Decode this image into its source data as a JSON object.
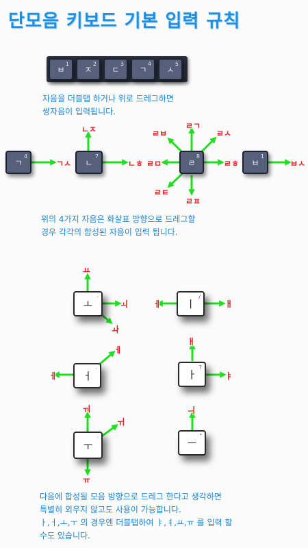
{
  "title": "단모음 키보드 기본 입력 규칙",
  "consonant_row": [
    {
      "char": "ㅂ",
      "num": "1"
    },
    {
      "char": "ㅈ",
      "num": "2"
    },
    {
      "char": "ㄷ",
      "num": "3"
    },
    {
      "char": "ㄱ",
      "num": "4"
    },
    {
      "char": "ㅅ",
      "num": "5"
    }
  ],
  "desc1": [
    "자음을 더블탭 하거나 위로 드레그하면",
    "쌍자음이 입력됩니다."
  ],
  "compound_keys": {
    "g": {
      "char": "ㄱ",
      "num": "4",
      "right": "ㄱㅅ"
    },
    "n": {
      "char": "ㄴ",
      "num": "7",
      "up": "ㄴㅈ",
      "right": "ㄴㅎ"
    },
    "r": {
      "char": "ㄹ",
      "num": "8",
      "up": "ㄹㄱ",
      "up_left": "ㄹㅂ",
      "up_right": "ㄹㅅ",
      "left": "ㄹㅁ",
      "right": "ㄹㅎ",
      "down_left": "ㄹㅌ",
      "down": "ㄹㅍ"
    },
    "b": {
      "char": "ㅂ",
      "num": "1",
      "right": "ㅂㅅ"
    }
  },
  "desc2": [
    "위의 4가지 자음은 화살표 방향으로 드레그할",
    "경우 각각의 합성된 자음이 입력 됩니다."
  ],
  "vowel_keys": {
    "o": {
      "char": "ㅗ",
      "mark": "·",
      "up": "ㅛ",
      "right": "ㅚ",
      "down_right": "ㅘ"
    },
    "i": {
      "char": "ㅣ",
      "mark": "/",
      "left": "ㅔ",
      "right": "ㅐ"
    },
    "eo": {
      "char": "ㅓ",
      "mark": "·",
      "left": "ㅔ",
      "up_right": "ㅔ"
    },
    "a": {
      "char": "ㅏ",
      "mark": "?",
      "up": "ㅐ",
      "right": "ㅑ"
    },
    "u": {
      "char": "ㅜ",
      "mark": "·",
      "up": "ㅝ",
      "up_right": "ㅟ",
      "down": "ㅠ"
    },
    "eu": {
      "char": "ㅡ",
      "mark": "\"",
      "up": "ㅢ"
    }
  },
  "desc3": [
    "다음에 합성될 모음 방향으로 드레그 한다고 생각하면",
    "특별히 외우지 않고도 사용이 가능합니다.",
    "ㅏ,ㅓ,ㅗ,ㅜ 의 경우엔 더블탭하여 ㅑ,ㅕ,ㅛ,ㅠ 를 입력 할",
    "수도 있습니다."
  ],
  "colors": {
    "title": "#1e8fe0",
    "desc": "#1a86d6",
    "arrow": "#22dd22",
    "result": "#e02020",
    "key_dark": "#56607a"
  }
}
